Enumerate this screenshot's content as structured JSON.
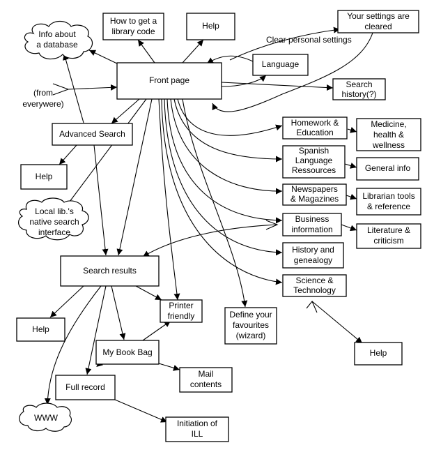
{
  "diagram": {
    "front_page": "Front page",
    "how_to_get_code": [
      "How to get a",
      "library code"
    ],
    "help_top": "Help",
    "settings_cleared": [
      "Your settings are",
      "cleared"
    ],
    "clear_personal_settings": "Clear personal settings",
    "info_about_database": [
      "Info about",
      "a database"
    ],
    "language": "Language",
    "from_everywhere": [
      "(from",
      "everywere)"
    ],
    "search_history": [
      "Search",
      "history(?)"
    ],
    "advanced_search": "Advanced Search",
    "help_advanced": "Help",
    "local_lib": [
      "Local lib.'s",
      "native search",
      "interface"
    ],
    "homework": [
      "Homework &",
      "Education"
    ],
    "medicine": [
      "Medicine,",
      "health &",
      "wellness"
    ],
    "spanish": [
      "Spanish",
      "Language",
      "Ressources"
    ],
    "general_info": "General info",
    "newspapers": [
      "Newspapers",
      "& Magazines"
    ],
    "librarian_tools": [
      "Librarian tools",
      "& reference"
    ],
    "business": [
      "Business",
      "information"
    ],
    "literature": [
      "Literature &",
      "criticism"
    ],
    "history": [
      "History and",
      "genealogy"
    ],
    "science": [
      "Science &",
      "Technology"
    ],
    "search_results": "Search results",
    "printer_friendly": [
      "Printer",
      "friendly"
    ],
    "define_favourites": [
      "Define your",
      "favourites",
      "(wizard)"
    ],
    "help_results": "Help",
    "my_book_bag": "My Book Bag",
    "mail_contents": [
      "Mail",
      "contents"
    ],
    "full_record": "Full record",
    "help_science": "Help",
    "www": "WWW",
    "initiation_ill": [
      "Initiation of",
      "ILL"
    ]
  }
}
